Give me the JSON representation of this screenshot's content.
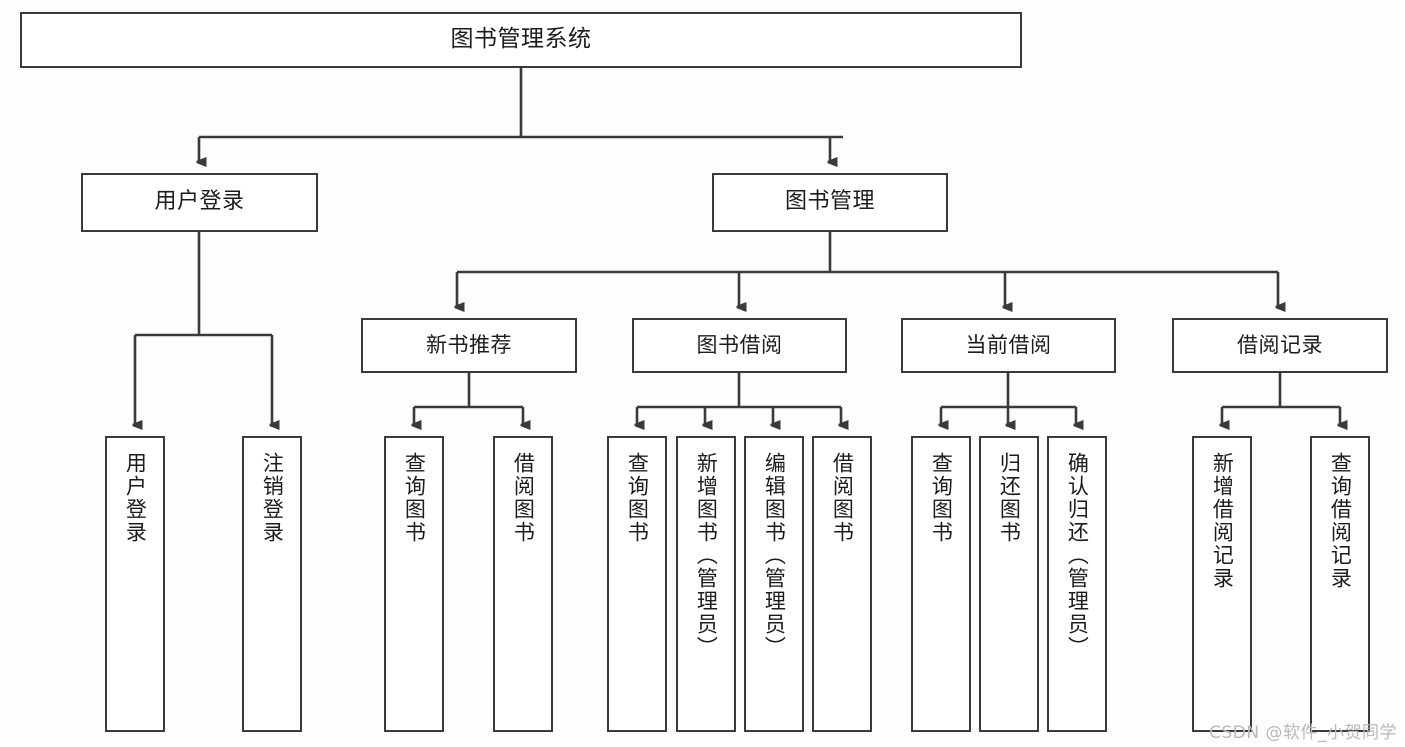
{
  "diagram": {
    "title": "图书管理系统",
    "type": "tree-hierarchy",
    "root": {
      "label": "图书管理系统"
    },
    "level1": [
      {
        "label": "用户登录"
      },
      {
        "label": "图书管理"
      }
    ],
    "level2": [
      {
        "label": "新书推荐"
      },
      {
        "label": "图书借阅"
      },
      {
        "label": "当前借阅"
      },
      {
        "label": "借阅记录"
      }
    ],
    "leaves": {
      "user_login": [
        {
          "label": "用户登录"
        },
        {
          "label": "注销登录"
        }
      ],
      "new_book_recommend": [
        {
          "label": "查询图书"
        },
        {
          "label": "借阅图书"
        }
      ],
      "book_borrow": [
        {
          "label": "查询图书"
        },
        {
          "label": "新增图书（管理员）"
        },
        {
          "label": "编辑图书（管理员）"
        },
        {
          "label": "借阅图书"
        }
      ],
      "current_borrow": [
        {
          "label": "查询图书"
        },
        {
          "label": "归还图书"
        },
        {
          "label": "确认归还（管理员）"
        }
      ],
      "borrow_record": [
        {
          "label": "新增借阅记录"
        },
        {
          "label": "查询借阅记录"
        }
      ]
    }
  },
  "watermark": {
    "text": "CSDN @软件_小贺同学"
  },
  "colors": {
    "background": "#fdfdfd",
    "node_fill": "#ffffff",
    "node_border": "#3a3a3a",
    "edge": "#3a3a3a",
    "text": "#1c1c1c",
    "watermark": "#b9b9b9"
  }
}
